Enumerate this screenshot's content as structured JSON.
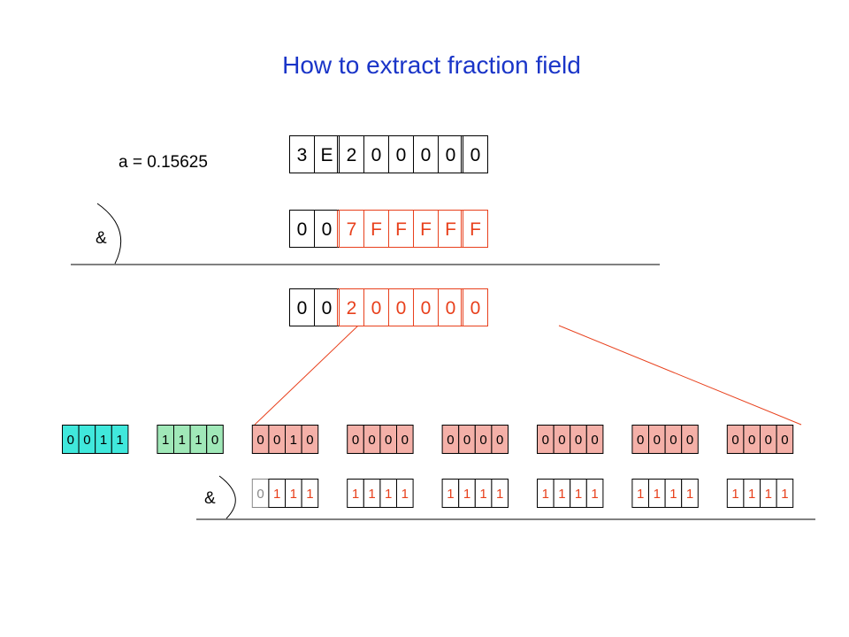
{
  "title": "How to extract fraction field",
  "variable_label": "a = 0.15625",
  "operator_symbol": "&",
  "colors": {
    "title": "#1a35c8",
    "highlight": "#e8401c",
    "black": "#000000",
    "sign_fill": "#40e8dc",
    "exponent_fill": "#a0e8b8",
    "fraction_fill": "#f4b0a8",
    "mask_highlight": "#e8401c"
  },
  "hex_rows": [
    {
      "digits": [
        "3",
        "E",
        "2",
        "0",
        "0",
        "0",
        "0",
        "0"
      ],
      "highlight_from": 8
    },
    {
      "digits": [
        "0",
        "0",
        "7",
        "F",
        "F",
        "F",
        "F",
        "F"
      ],
      "highlight_from": 2
    },
    {
      "digits": [
        "0",
        "0",
        "2",
        "0",
        "0",
        "0",
        "0",
        "0"
      ],
      "highlight_from": 2
    }
  ],
  "binary_row": {
    "groups": [
      {
        "kind": "sign",
        "bits": [
          "0",
          "0",
          "1",
          "1"
        ]
      },
      {
        "kind": "exponent",
        "bits": [
          "1",
          "1",
          "1",
          "0"
        ]
      },
      {
        "kind": "fraction",
        "bits": [
          "0",
          "0",
          "1",
          "0"
        ]
      },
      {
        "kind": "fraction",
        "bits": [
          "0",
          "0",
          "0",
          "0"
        ]
      },
      {
        "kind": "fraction",
        "bits": [
          "0",
          "0",
          "0",
          "0"
        ]
      },
      {
        "kind": "fraction",
        "bits": [
          "0",
          "0",
          "0",
          "0"
        ]
      },
      {
        "kind": "fraction",
        "bits": [
          "0",
          "0",
          "0",
          "0"
        ]
      },
      {
        "kind": "fraction",
        "bits": [
          "0",
          "0",
          "0",
          "0"
        ]
      }
    ]
  },
  "mask_row": {
    "groups": [
      {
        "bits": [
          "0",
          "1",
          "1",
          "1"
        ]
      },
      {
        "bits": [
          "1",
          "1",
          "1",
          "1"
        ]
      },
      {
        "bits": [
          "1",
          "1",
          "1",
          "1"
        ]
      },
      {
        "bits": [
          "1",
          "1",
          "1",
          "1"
        ]
      },
      {
        "bits": [
          "1",
          "1",
          "1",
          "1"
        ]
      },
      {
        "bits": [
          "1",
          "1",
          "1",
          "1"
        ]
      }
    ]
  }
}
